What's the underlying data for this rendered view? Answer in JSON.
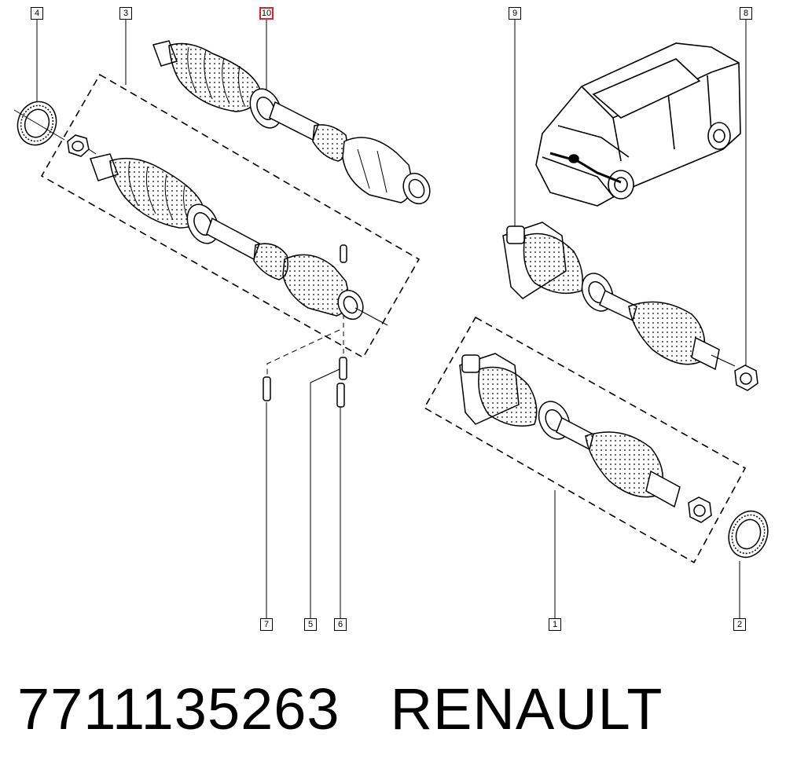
{
  "callouts": [
    {
      "id": "1",
      "label": "1"
    },
    {
      "id": "2",
      "label": "2"
    },
    {
      "id": "3",
      "label": "3"
    },
    {
      "id": "4",
      "label": "4"
    },
    {
      "id": "5",
      "label": "5"
    },
    {
      "id": "6",
      "label": "6"
    },
    {
      "id": "7",
      "label": "7"
    },
    {
      "id": "8",
      "label": "8"
    },
    {
      "id": "9",
      "label": "9"
    },
    {
      "id": "10",
      "label": "10",
      "highlighted": true
    }
  ],
  "caption": {
    "part_number": "7711135263",
    "brand": "RENAULT"
  },
  "colors": {
    "line": "#000000",
    "highlight": "#e0242b",
    "background": "#ffffff"
  }
}
